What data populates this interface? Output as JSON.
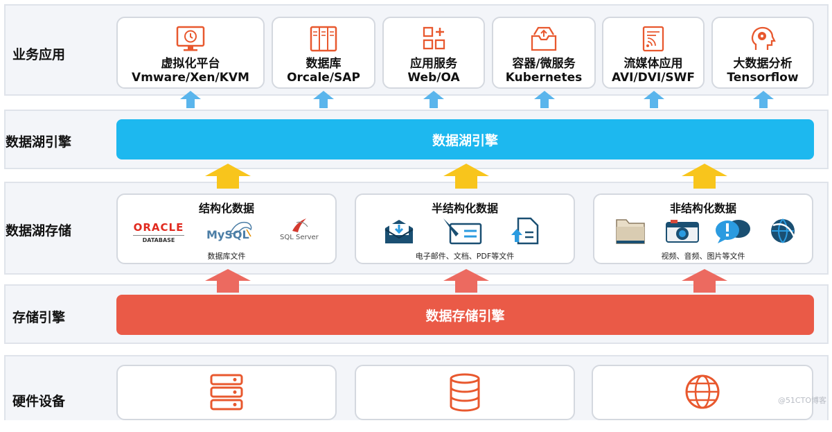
{
  "rows": {
    "apps": "业务应用",
    "lake_engine": "数据湖引擎",
    "lake_storage": "数据湖存储",
    "storage_engine": "存储引擎",
    "hardware": "硬件设备"
  },
  "apps": [
    {
      "line1": "虚拟化平台",
      "line2": "Vmware/Xen/KVM",
      "icon": "clock-monitor-icon"
    },
    {
      "line1": "数据库",
      "line2": "Orcale/SAP",
      "icon": "database-cabinet-icon"
    },
    {
      "line1": "应用服务",
      "line2": "Web/OA",
      "icon": "app-grid-icon"
    },
    {
      "line1": "容器/微服务",
      "line2": "Kubernetes",
      "icon": "container-tray-icon"
    },
    {
      "line1": "流媒体应用",
      "line2": "AVI/DVI/SWF",
      "icon": "streaming-doc-icon"
    },
    {
      "line1": "大数据分析",
      "line2": "Tensorflow",
      "icon": "head-brain-icon"
    }
  ],
  "bars": {
    "lake_engine": "数据湖引擎",
    "storage_engine": "数据存储引擎"
  },
  "storage": {
    "structured": {
      "title": "结构化数据",
      "caption": "数据库文件",
      "logos": {
        "oracle": "ORACLE",
        "oracle_sub": "DATABASE",
        "mysql": "MySQL",
        "sqlserver": "SQL Server"
      }
    },
    "semi": {
      "title": "半结构化数据",
      "caption": "电子邮件、文档、PDF等文件"
    },
    "unstructured": {
      "title": "非结构化数据",
      "caption": "视频、音频、图片等文件"
    }
  },
  "watermark": "@51CTO博客",
  "colors": {
    "lake_engine": "#1db8ef",
    "storage_engine": "#ea5a47",
    "icon_orange": "#e8582e",
    "arrow_blue": "#5ab5ec",
    "arrow_yellow": "#f8c51c",
    "arrow_red": "#ec6a60"
  }
}
